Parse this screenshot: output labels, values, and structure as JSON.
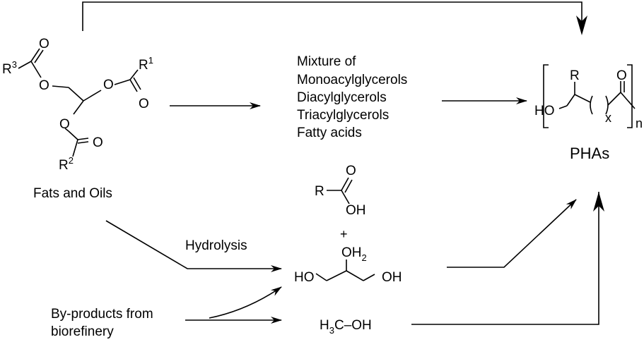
{
  "fats": {
    "r3": "R",
    "r3_sup": "3",
    "r1": "R",
    "r1_sup": "1",
    "r2": "R",
    "r2_sup": "2",
    "o": "O",
    "caption": "Fats and Oils"
  },
  "mixture": {
    "lines": [
      "Mixture of",
      "Monoacylglycerols",
      "Diacylglycerols",
      "Triacylglycerols",
      "Fatty acids"
    ]
  },
  "pha": {
    "r": "R",
    "o": "O",
    "ho": "HO",
    "x": "x",
    "n": "n",
    "caption": "PHAs"
  },
  "acid": {
    "r": "R",
    "o": "O",
    "oh": "OH",
    "plus": "+"
  },
  "glycerol": {
    "oh_top": "OH",
    "oh_top_sub": "2",
    "ho_left": "HO",
    "oh_right": "OH"
  },
  "methanol": {
    "h": "H",
    "h_sub": "3",
    "c": "C",
    "dash": "–",
    "oh": "OH"
  },
  "hydrolysis_label": "Hydrolysis",
  "byproducts": {
    "line1": "By-products from",
    "line2": "biorefinery"
  }
}
